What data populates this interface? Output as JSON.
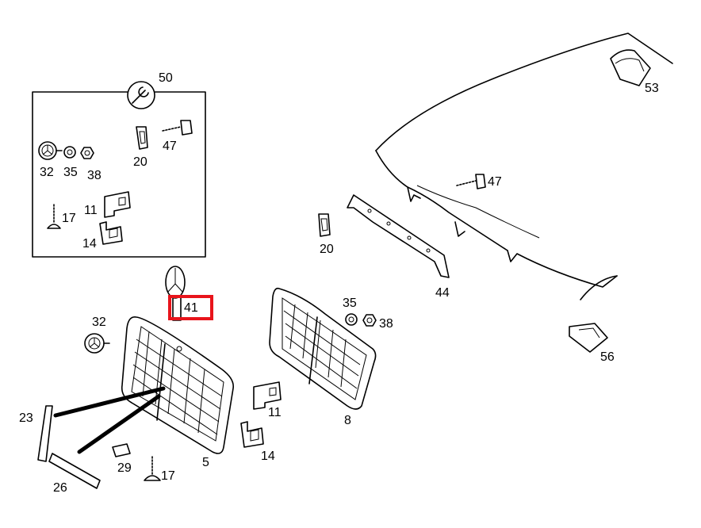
{
  "labels": {
    "p50": "50",
    "p47a": "47",
    "p20a": "20",
    "p32a": "32",
    "p35a": "35",
    "p38a": "38",
    "p11a": "11",
    "p17a": "17",
    "p14a": "14",
    "p53": "53",
    "p47b": "47",
    "p20b": "20",
    "p44": "44",
    "p41": "41",
    "p35b": "35",
    "p38b": "38",
    "p32b": "32",
    "p56": "56",
    "p11b": "11",
    "p8": "8",
    "p23": "23",
    "p14b": "14",
    "p29": "29",
    "p17b": "17",
    "p5": "5",
    "p26": "26"
  },
  "highlight": {
    "part": "41",
    "color": "#e8141b"
  },
  "icons": {
    "kit": "wrench-icon"
  }
}
